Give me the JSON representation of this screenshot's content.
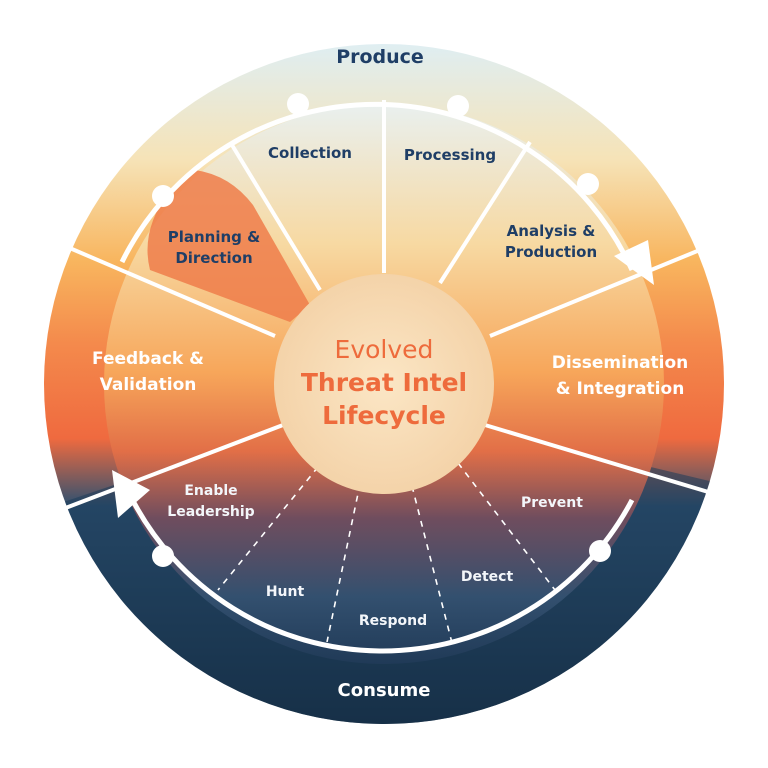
{
  "diagram": {
    "center": {
      "line1": "Evolved",
      "line2": "Threat Intel",
      "line3": "Lifecycle"
    },
    "outer": {
      "produce": "Produce",
      "consume": "Consume",
      "feedback": [
        "Feedback &",
        "Validation"
      ],
      "dissemination": [
        "Dissemination",
        "& Integration"
      ]
    },
    "produce_stages": {
      "planning": [
        "Planning &",
        "Direction"
      ],
      "collection": "Collection",
      "processing": "Processing",
      "analysis": [
        "Analysis &",
        "Production"
      ]
    },
    "consume_stages": {
      "enable": [
        "Enable",
        "Leadership"
      ],
      "hunt": "Hunt",
      "respond": "Respond",
      "detect": "Detect",
      "prevent": "Prevent"
    }
  }
}
